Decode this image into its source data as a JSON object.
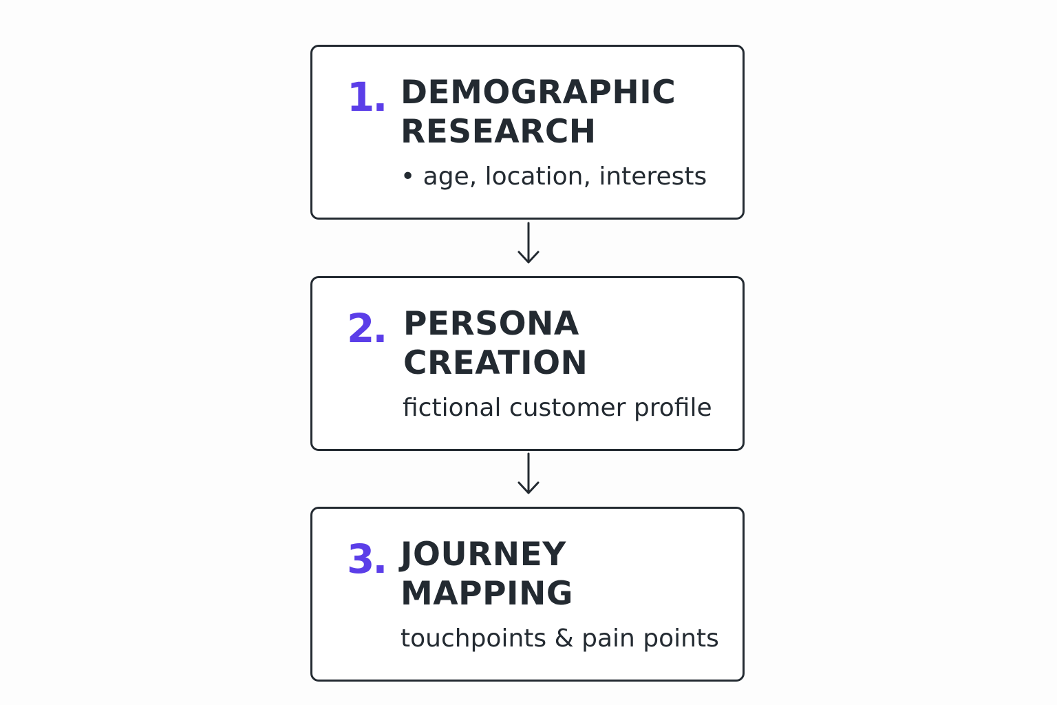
{
  "colors": {
    "accent": "#5b3ee8",
    "text": "#232a31",
    "border": "#232a31",
    "background": "#fdfdfd"
  },
  "steps": [
    {
      "number": "1.",
      "title": "DEMOGRAPHIC RESEARCH",
      "description": "• age, location, interests"
    },
    {
      "number": "2.",
      "title": "PERSONA CREATION",
      "description": "fictional customer profile"
    },
    {
      "number": "3.",
      "title": "JOURNEY MAPPING",
      "description": "touchpoints & pain points"
    }
  ],
  "connectors": [
    {
      "from": 1,
      "to": 2,
      "icon": "arrow-down-icon"
    },
    {
      "from": 2,
      "to": 3,
      "icon": "arrow-down-icon"
    }
  ]
}
